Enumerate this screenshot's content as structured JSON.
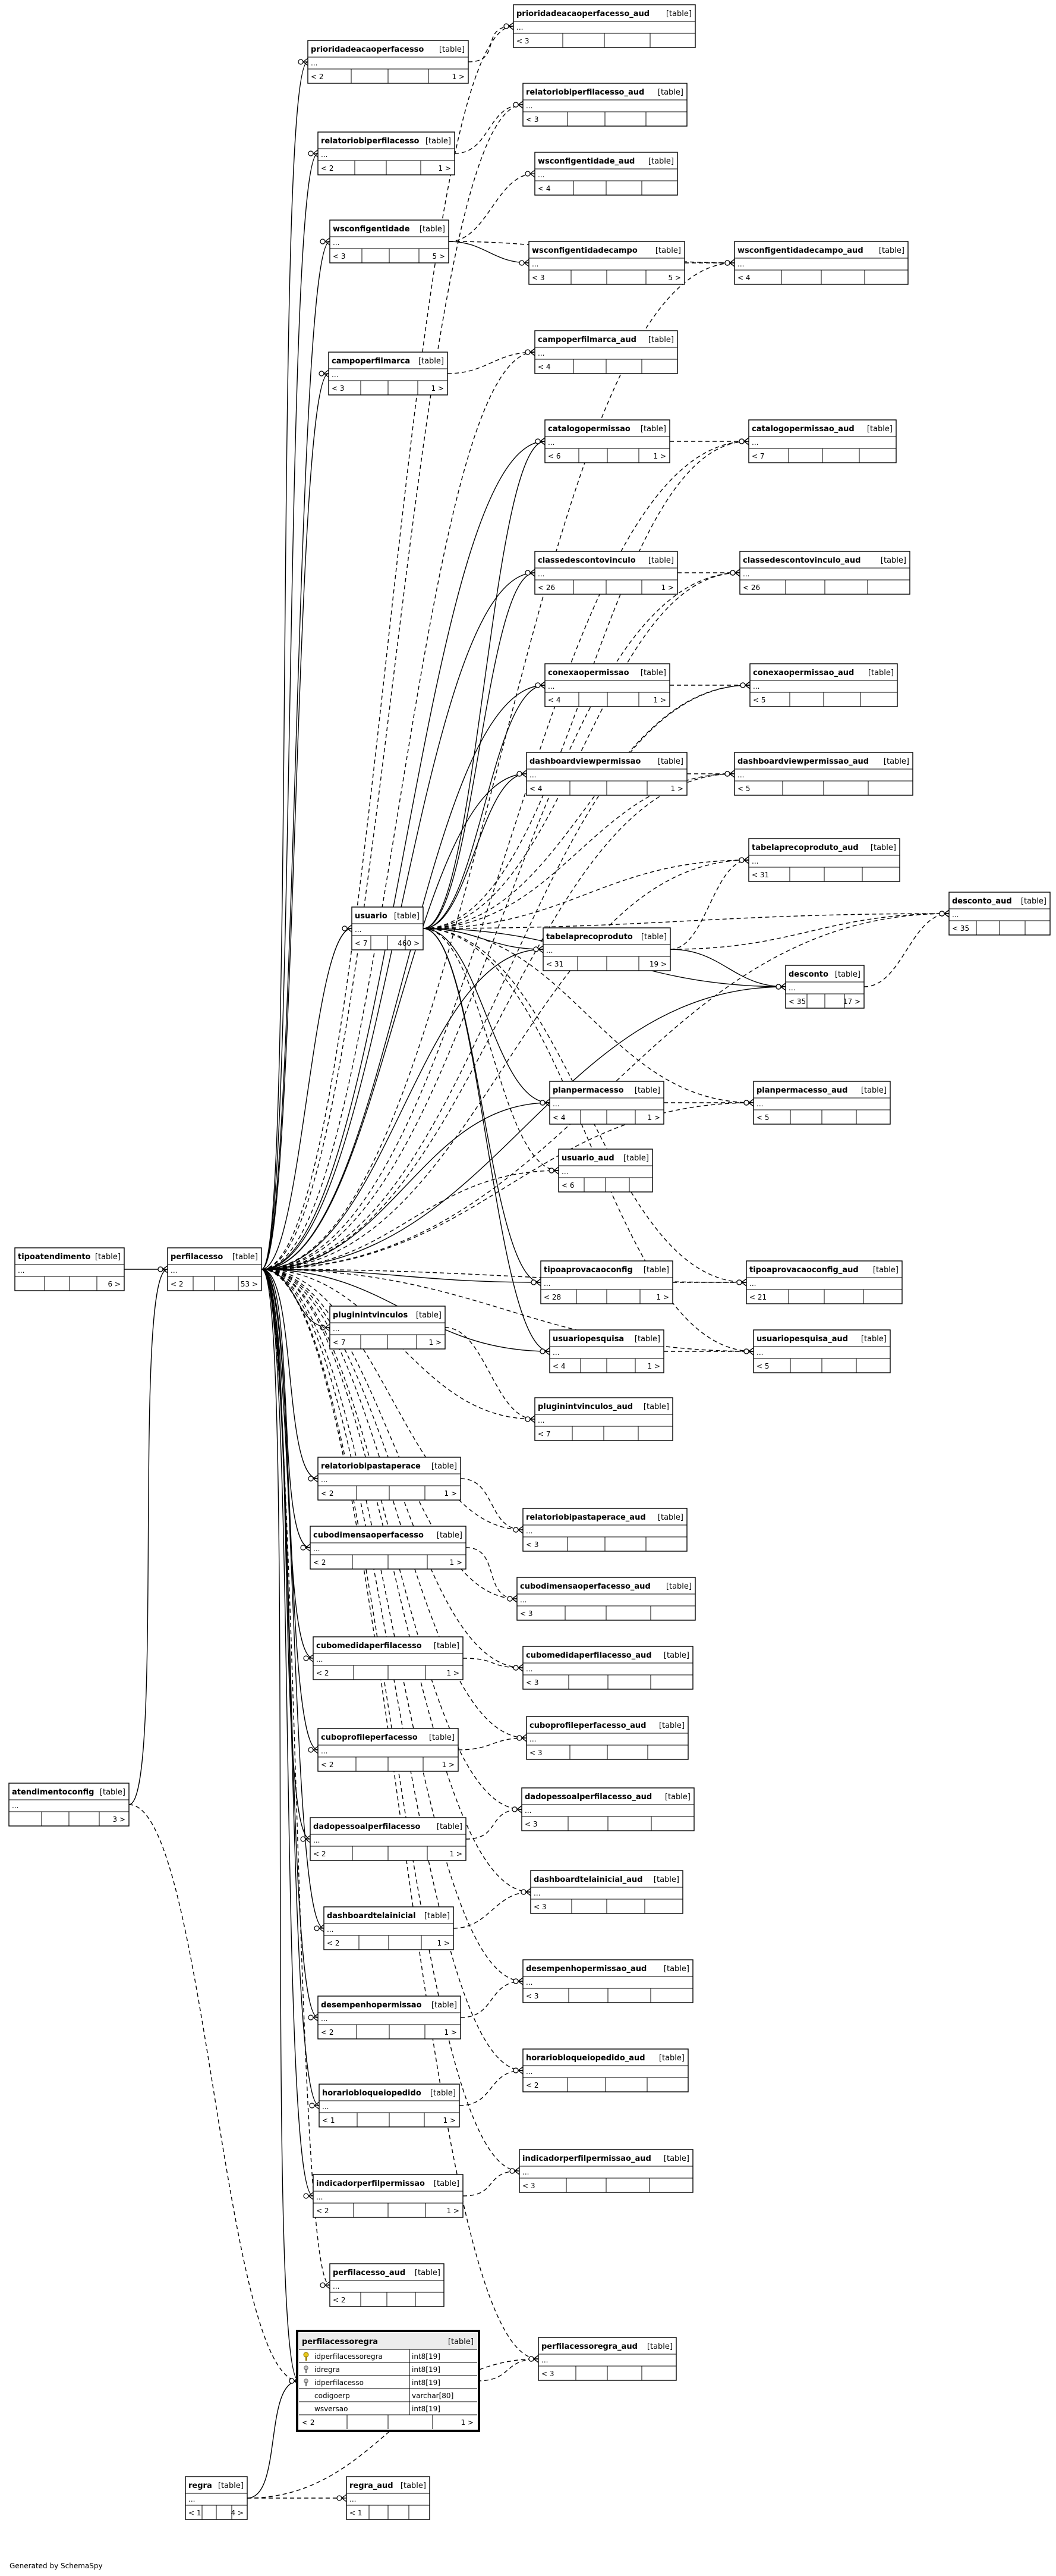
{
  "footer": "Generated by SchemaSpy",
  "tables": [
    {
      "id": "prioridadeacaoperfacesso_aud",
      "name": "prioridadeacaoperfacesso_aud",
      "tag": "[table]",
      "left": "< 3",
      "right": ""
    },
    {
      "id": "prioridadeacaoperfacesso",
      "name": "prioridadeacaoperfacesso",
      "tag": "[table]",
      "left": "< 2",
      "right": "1 >"
    },
    {
      "id": "relatoriobiperfilacesso_aud",
      "name": "relatoriobiperfilacesso_aud",
      "tag": "[table]",
      "left": "< 3",
      "right": ""
    },
    {
      "id": "relatoriobiperfilacesso",
      "name": "relatoriobiperfilacesso",
      "tag": "[table]",
      "left": "< 2",
      "right": "1 >"
    },
    {
      "id": "wsconfigentidade_aud",
      "name": "wsconfigentidade_aud",
      "tag": "[table]",
      "left": "< 4",
      "right": ""
    },
    {
      "id": "wsconfigentidade",
      "name": "wsconfigentidade",
      "tag": "[table]",
      "left": "< 3",
      "right": "5 >"
    },
    {
      "id": "wsconfigentidadecampo",
      "name": "wsconfigentidadecampo",
      "tag": "[table]",
      "left": "< 3",
      "right": "5 >"
    },
    {
      "id": "wsconfigentidadecampo_aud",
      "name": "wsconfigentidadecampo_aud",
      "tag": "[table]",
      "left": "< 4",
      "right": ""
    },
    {
      "id": "campoperfilmarca_aud",
      "name": "campoperfilmarca_aud",
      "tag": "[table]",
      "left": "< 4",
      "right": ""
    },
    {
      "id": "campoperfilmarca",
      "name": "campoperfilmarca",
      "tag": "[table]",
      "left": "< 3",
      "right": "1 >"
    },
    {
      "id": "catalogopermissao",
      "name": "catalogopermissao",
      "tag": "[table]",
      "left": "< 6",
      "right": "1 >"
    },
    {
      "id": "catalogopermissao_aud",
      "name": "catalogopermissao_aud",
      "tag": "[table]",
      "left": "< 7",
      "right": ""
    },
    {
      "id": "classedescontovinculo",
      "name": "classedescontovinculo",
      "tag": "[table]",
      "left": "< 26",
      "right": "1 >"
    },
    {
      "id": "classedescontovinculo_aud",
      "name": "classedescontovinculo_aud",
      "tag": "[table]",
      "left": "< 26",
      "right": ""
    },
    {
      "id": "conexaopermissao",
      "name": "conexaopermissao",
      "tag": "[table]",
      "left": "< 4",
      "right": "1 >"
    },
    {
      "id": "conexaopermissao_aud",
      "name": "conexaopermissao_aud",
      "tag": "[table]",
      "left": "< 5",
      "right": ""
    },
    {
      "id": "dashboardviewpermissao",
      "name": "dashboardviewpermissao",
      "tag": "[table]",
      "left": "< 4",
      "right": "1 >"
    },
    {
      "id": "dashboardviewpermissao_aud",
      "name": "dashboardviewpermissao_aud",
      "tag": "[table]",
      "left": "< 5",
      "right": ""
    },
    {
      "id": "tabelaprecoproduto_aud",
      "name": "tabelaprecoproduto_aud",
      "tag": "[table]",
      "left": "< 31",
      "right": ""
    },
    {
      "id": "desconto_aud",
      "name": "desconto_aud",
      "tag": "[table]",
      "left": "< 35",
      "right": ""
    },
    {
      "id": "usuario",
      "name": "usuario",
      "tag": "[table]",
      "left": "< 7",
      "right": "460 >"
    },
    {
      "id": "tabelaprecoproduto",
      "name": "tabelaprecoproduto",
      "tag": "[table]",
      "left": "< 31",
      "right": "19 >"
    },
    {
      "id": "desconto",
      "name": "desconto",
      "tag": "[table]",
      "left": "< 35",
      "right": "17 >"
    },
    {
      "id": "planpermacesso",
      "name": "planpermacesso",
      "tag": "[table]",
      "left": "< 4",
      "right": "1 >"
    },
    {
      "id": "planpermacesso_aud",
      "name": "planpermacesso_aud",
      "tag": "[table]",
      "left": "< 5",
      "right": ""
    },
    {
      "id": "usuario_aud",
      "name": "usuario_aud",
      "tag": "[table]",
      "left": "< 6",
      "right": ""
    },
    {
      "id": "tipoatendimento",
      "name": "tipoatendimento",
      "tag": "[table]",
      "left": "",
      "right": "6 >"
    },
    {
      "id": "perfilacesso",
      "name": "perfilacesso",
      "tag": "[table]",
      "left": "< 2",
      "right": "53 >"
    },
    {
      "id": "tipoaprovacaoconfig",
      "name": "tipoaprovacaoconfig",
      "tag": "[table]",
      "left": "< 28",
      "right": "1 >"
    },
    {
      "id": "tipoaprovacaoconfig_aud",
      "name": "tipoaprovacaoconfig_aud",
      "tag": "[table]",
      "left": "< 21",
      "right": ""
    },
    {
      "id": "pluginintvinculos",
      "name": "pluginintvinculos",
      "tag": "[table]",
      "left": "< 7",
      "right": "1 >"
    },
    {
      "id": "usuariopesquisa",
      "name": "usuariopesquisa",
      "tag": "[table]",
      "left": "< 4",
      "right": "1 >"
    },
    {
      "id": "usuariopesquisa_aud",
      "name": "usuariopesquisa_aud",
      "tag": "[table]",
      "left": "< 5",
      "right": ""
    },
    {
      "id": "pluginintvinculos_aud",
      "name": "pluginintvinculos_aud",
      "tag": "[table]",
      "left": "< 7",
      "right": ""
    },
    {
      "id": "relatoriobipastaperace",
      "name": "relatoriobipastaperace",
      "tag": "[table]",
      "left": "< 2",
      "right": "1 >"
    },
    {
      "id": "relatoriobipastaperace_aud",
      "name": "relatoriobipastaperace_aud",
      "tag": "[table]",
      "left": "< 3",
      "right": ""
    },
    {
      "id": "cubodimensaoperfacesso",
      "name": "cubodimensaoperfacesso",
      "tag": "[table]",
      "left": "< 2",
      "right": "1 >"
    },
    {
      "id": "cubodimensaoperfacesso_aud",
      "name": "cubodimensaoperfacesso_aud",
      "tag": "[table]",
      "left": "< 3",
      "right": ""
    },
    {
      "id": "cubomedidaperfilacesso",
      "name": "cubomedidaperfilacesso",
      "tag": "[table]",
      "left": "< 2",
      "right": "1 >"
    },
    {
      "id": "cubomedidaperfilacesso_aud",
      "name": "cubomedidaperfilacesso_aud",
      "tag": "[table]",
      "left": "< 3",
      "right": ""
    },
    {
      "id": "cuboprofileperfacesso",
      "name": "cuboprofileperfacesso",
      "tag": "[table]",
      "left": "< 2",
      "right": "1 >"
    },
    {
      "id": "cuboprofileperfacesso_aud",
      "name": "cuboprofileperfacesso_aud",
      "tag": "[table]",
      "left": "< 3",
      "right": ""
    },
    {
      "id": "atendimentoconfig",
      "name": "atendimentoconfig",
      "tag": "[table]",
      "left": "",
      "right": "3 >"
    },
    {
      "id": "dadopessoalperfilacesso",
      "name": "dadopessoalperfilacesso",
      "tag": "[table]",
      "left": "< 2",
      "right": "1 >"
    },
    {
      "id": "dadopessoalperfilacesso_aud",
      "name": "dadopessoalperfilacesso_aud",
      "tag": "[table]",
      "left": "< 3",
      "right": ""
    },
    {
      "id": "dashboardtelainicial_aud",
      "name": "dashboardtelainicial_aud",
      "tag": "[table]",
      "left": "< 3",
      "right": ""
    },
    {
      "id": "dashboardtelainicial",
      "name": "dashboardtelainicial",
      "tag": "[table]",
      "left": "< 2",
      "right": "1 >"
    },
    {
      "id": "desempenhopermissao_aud",
      "name": "desempenhopermissao_aud",
      "tag": "[table]",
      "left": "< 3",
      "right": ""
    },
    {
      "id": "desempenhopermissao",
      "name": "desempenhopermissao",
      "tag": "[table]",
      "left": "< 2",
      "right": "1 >"
    },
    {
      "id": "horariobloqueiopedido_aud",
      "name": "horariobloqueiopedido_aud",
      "tag": "[table]",
      "left": "< 2",
      "right": ""
    },
    {
      "id": "horariobloqueiopedido",
      "name": "horariobloqueiopedido",
      "tag": "[table]",
      "left": "< 1",
      "right": "1 >"
    },
    {
      "id": "indicadorperfilpermissao_aud",
      "name": "indicadorperfilpermissao_aud",
      "tag": "[table]",
      "left": "< 3",
      "right": ""
    },
    {
      "id": "indicadorperfilpermissao",
      "name": "indicadorperfilpermissao",
      "tag": "[table]",
      "left": "< 2",
      "right": "1 >"
    },
    {
      "id": "perfilacesso_aud",
      "name": "perfilacesso_aud",
      "tag": "[table]",
      "left": "< 2",
      "right": ""
    },
    {
      "id": "perfilacessoregra_aud",
      "name": "perfilacessoregra_aud",
      "tag": "[table]",
      "left": "< 3",
      "right": ""
    },
    {
      "id": "regra",
      "name": "regra",
      "tag": "[table]",
      "left": "< 1",
      "right": "4 >"
    },
    {
      "id": "regra_aud",
      "name": "regra_aud",
      "tag": "[table]",
      "left": "< 1",
      "right": ""
    }
  ],
  "focus_table": {
    "id": "perfilacessoregra",
    "name": "perfilacessoregra",
    "tag": "[table]",
    "left": "< 2",
    "right": "1 >",
    "columns": [
      {
        "name": "idperfilacessoregra",
        "type": "int8[19]",
        "key": "pk"
      },
      {
        "name": "idregra",
        "type": "int8[19]",
        "key": "fk"
      },
      {
        "name": "idperfilacesso",
        "type": "int8[19]",
        "key": "fk"
      },
      {
        "name": "codigoerp",
        "type": "varchar[80]",
        "key": ""
      },
      {
        "name": "wsversao",
        "type": "int8[19]",
        "key": ""
      }
    ]
  }
}
